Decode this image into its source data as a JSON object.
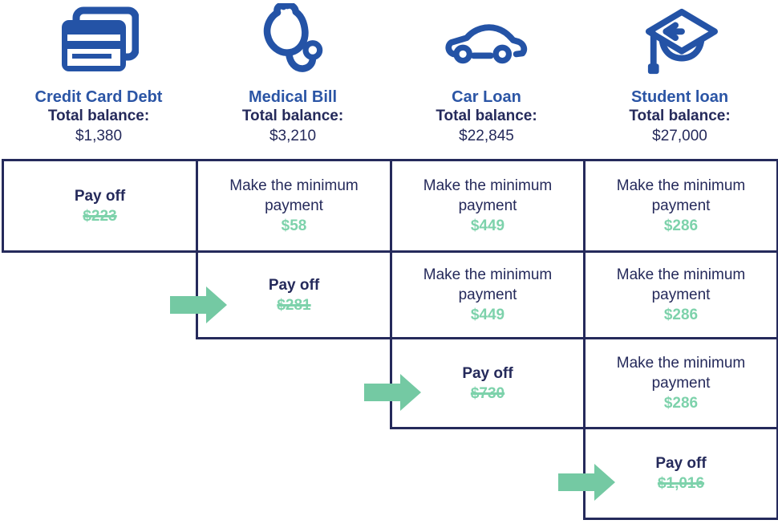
{
  "colors": {
    "icon_blue": "#2453a6",
    "title_blue": "#2b55a5",
    "navy": "#252a5b",
    "green_arrow": "#74c9a3",
    "green_text": "#7dd2ab"
  },
  "header": {
    "columns": [
      {
        "icon": "credit-card-icon",
        "title": "Credit Card Debt",
        "balance_label": "Total balance:",
        "balance": "$1,380"
      },
      {
        "icon": "stethoscope-icon",
        "title": "Medical Bill",
        "balance_label": "Total balance:",
        "balance": "$3,210"
      },
      {
        "icon": "car-icon",
        "title": "Car Loan",
        "balance_label": "Total balance:",
        "balance": "$22,845"
      },
      {
        "icon": "graduation-cap-icon",
        "title": "Student loan",
        "balance_label": "Total balance:",
        "balance": "$27,000"
      }
    ]
  },
  "grid": {
    "rows": [
      {
        "cells": [
          {
            "debt": "Credit Card Debt",
            "type": "payoff",
            "action": "Pay off",
            "amount": "$223",
            "strikethrough": true
          },
          {
            "debt": "Medical Bill",
            "type": "minimum",
            "action": "Make the minimum payment",
            "amount": "$58"
          },
          {
            "debt": "Car Loan",
            "type": "minimum",
            "action": "Make the minimum payment",
            "amount": "$449"
          },
          {
            "debt": "Student loan",
            "type": "minimum",
            "action": "Make the minimum payment",
            "amount": "$286"
          }
        ]
      },
      {
        "cells": [
          {
            "debt": "Medical Bill",
            "type": "payoff",
            "action": "Pay off",
            "amount": "$281",
            "strikethrough": true,
            "arrow": true
          },
          {
            "debt": "Car Loan",
            "type": "minimum",
            "action": "Make the minimum payment",
            "amount": "$449"
          },
          {
            "debt": "Student loan",
            "type": "minimum",
            "action": "Make the minimum payment",
            "amount": "$286"
          }
        ]
      },
      {
        "cells": [
          {
            "debt": "Car Loan",
            "type": "payoff",
            "action": "Pay off",
            "amount": "$730",
            "strikethrough": true,
            "arrow": true
          },
          {
            "debt": "Student loan",
            "type": "minimum",
            "action": "Make the minimum payment",
            "amount": "$286"
          }
        ]
      },
      {
        "cells": [
          {
            "debt": "Student loan",
            "type": "payoff",
            "action": "Pay off",
            "amount": "$1,016",
            "strikethrough": true,
            "arrow": true
          }
        ]
      }
    ]
  }
}
